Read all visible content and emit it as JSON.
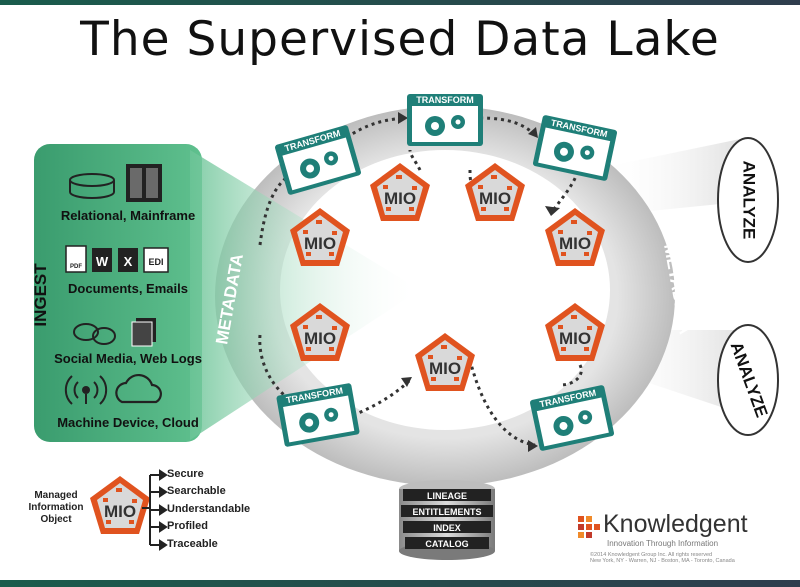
{
  "title": "The Supervised Data Lake",
  "ingest": {
    "label": "INGEST",
    "groups": [
      {
        "label": "Relational, Mainframe",
        "icons": [
          "database-icon",
          "server-rack-icon"
        ]
      },
      {
        "label": "Documents, Emails",
        "icons": [
          "pdf-icon",
          "word-icon",
          "excel-icon",
          "edi-icon"
        ],
        "icon_text": [
          "PDF",
          "W",
          "X",
          "EDI"
        ]
      },
      {
        "label": "Social Media, Web Logs",
        "icons": [
          "chat-bubbles-icon",
          "log-pages-icon"
        ]
      },
      {
        "label": "Machine Device, Cloud",
        "icons": [
          "wireless-signal-icon",
          "cloud-icon"
        ]
      }
    ]
  },
  "metadata_label": "METADATA",
  "transform_label": "TRANSFORM",
  "mio_label": "MIO",
  "analyze_label": "ANALYZE",
  "catalog_stack": [
    "LINEAGE",
    "ENTITLEMENTS",
    "INDEX",
    "CATALOG"
  ],
  "legend": {
    "title_lines": [
      "Managed",
      "Information",
      "Object"
    ],
    "mio": "MIO",
    "items": [
      "Secure",
      "Searchable",
      "Understandable",
      "Profiled",
      "Traceable"
    ]
  },
  "brand": {
    "name": "Knowledgent",
    "tagline": "Innovation Through Information",
    "copyright": "©2014 Knowledgent Group Inc.  All rights reserved",
    "locations": "New York, NY - Warren, NJ - Boston, MA - Toronto, Canada"
  },
  "colors": {
    "teal": "#1f7f78",
    "orange": "#e0531f",
    "ingest_green": "#3aa070",
    "ring_gray": "#cfcfcf"
  }
}
